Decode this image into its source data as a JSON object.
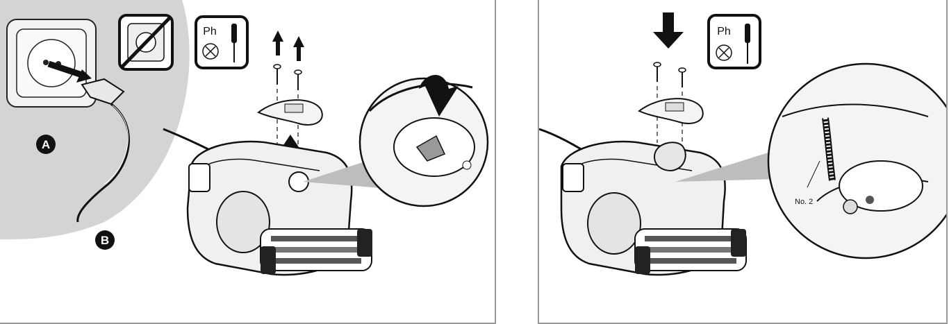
{
  "left_panel": {
    "step_a_label": "A",
    "step_b_label": "B",
    "tool_badge_text": "Ph"
  },
  "right_panel": {
    "tool_badge_text": "Ph",
    "callout_label": "No. 2"
  }
}
